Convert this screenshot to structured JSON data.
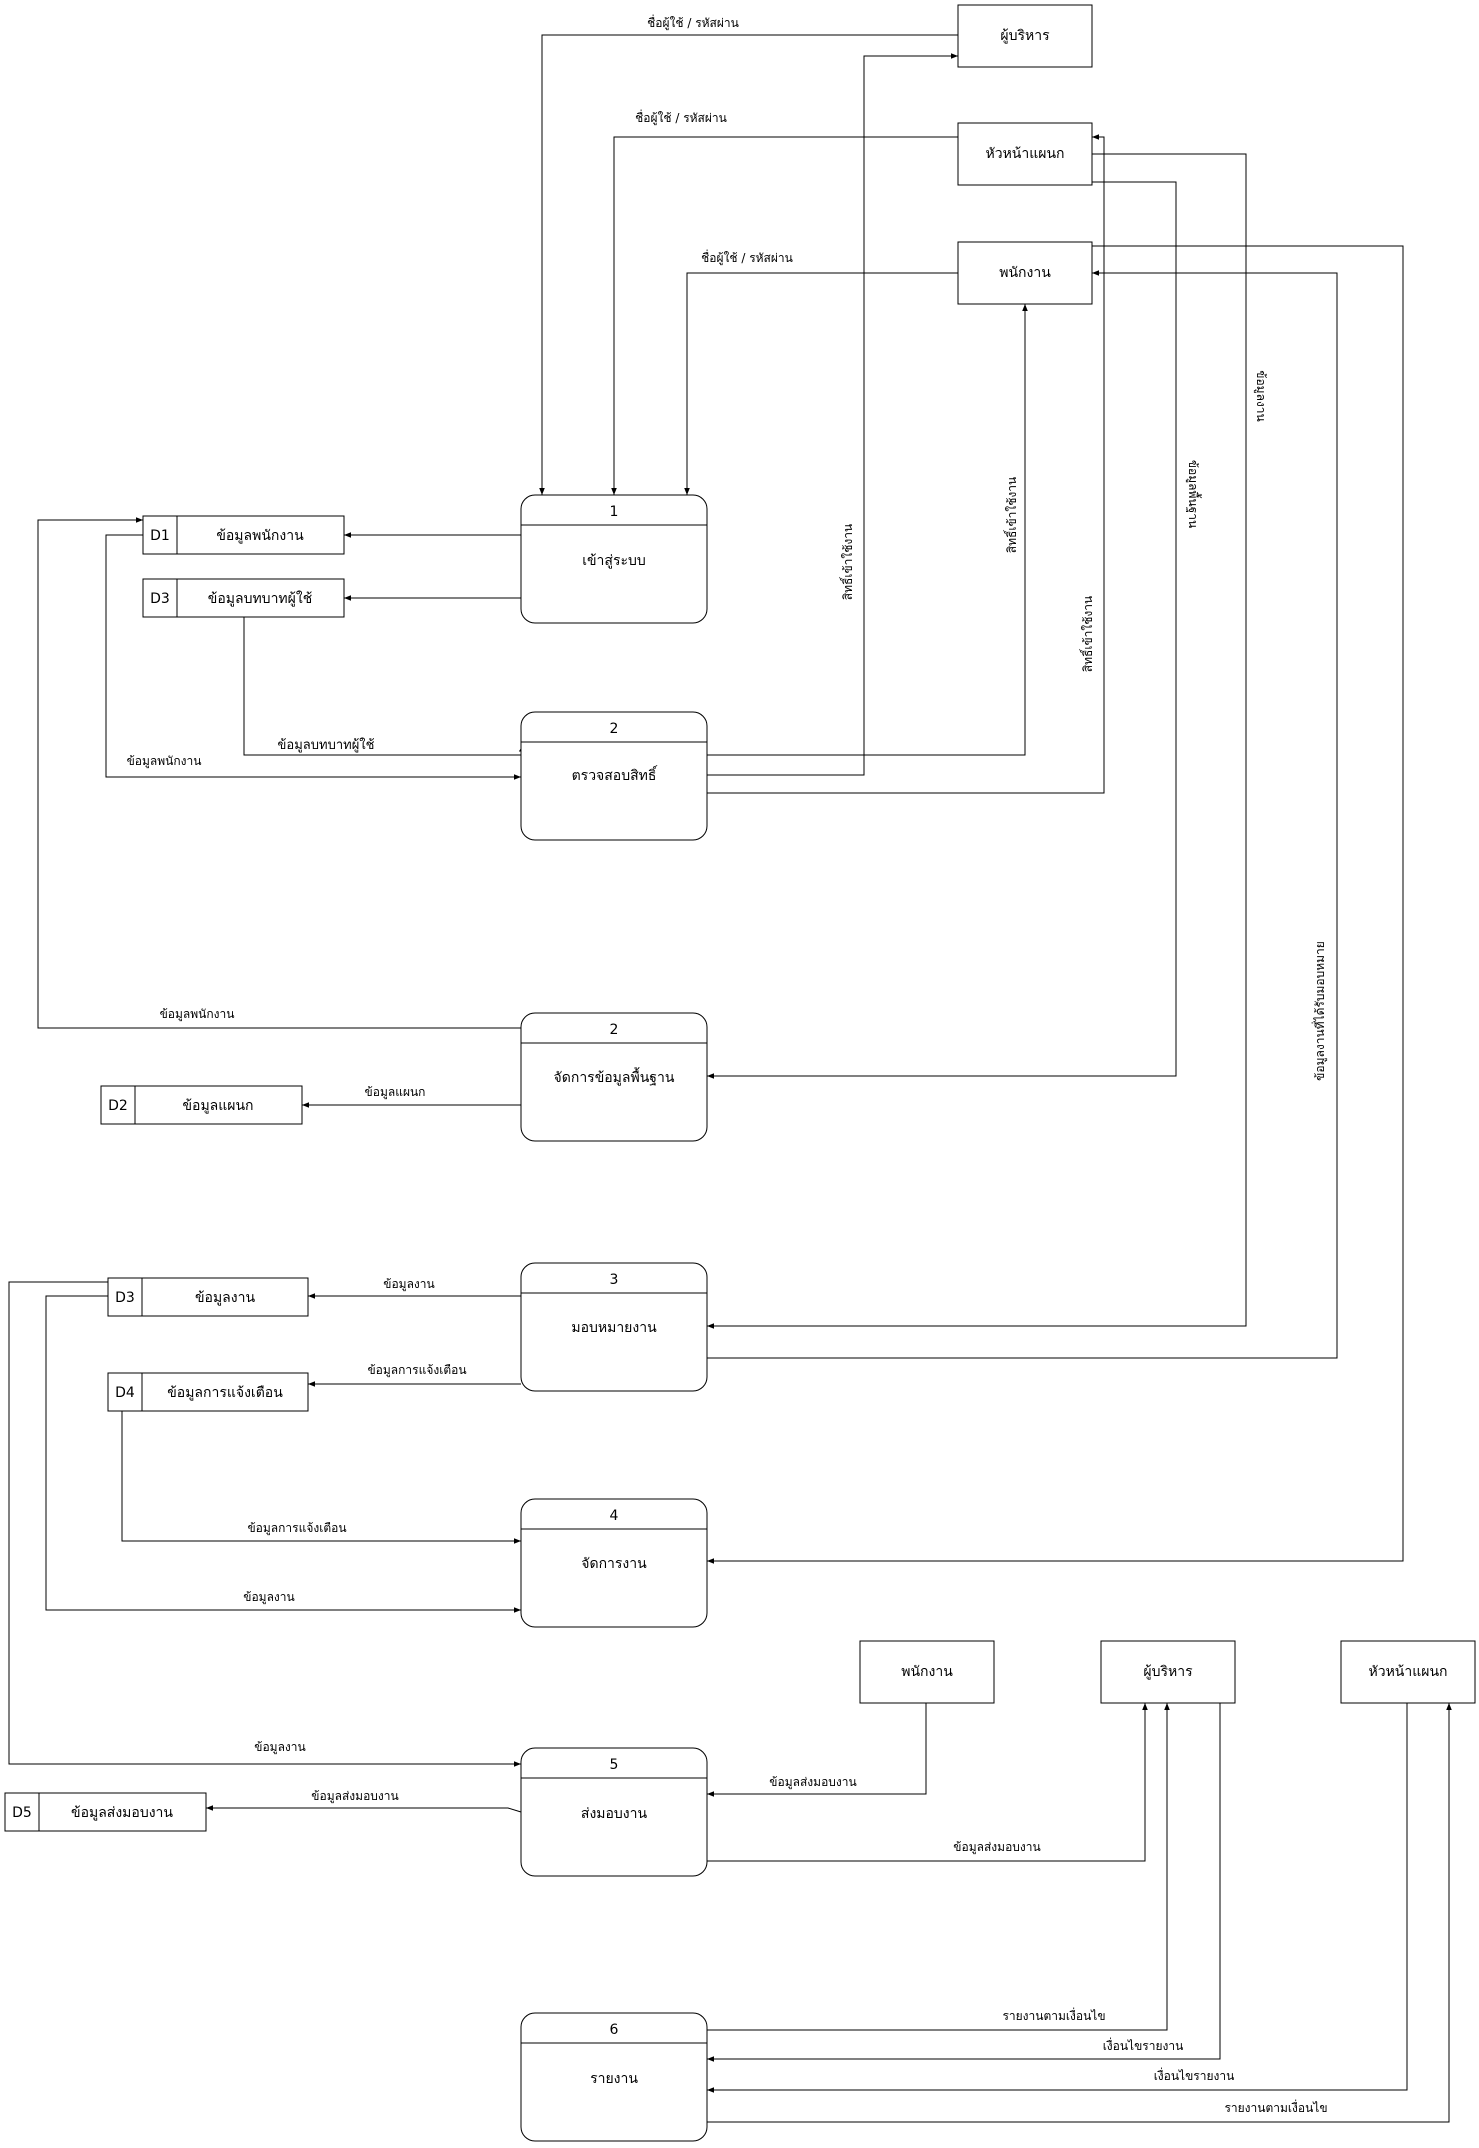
{
  "entities": {
    "top_executive": "ผู้บริหาร",
    "top_dept_head": "หัวหน้าแผนก",
    "top_employee": "พนักงาน",
    "bottom_employee": "พนักงาน",
    "bottom_executive": "ผู้บริหาร",
    "bottom_dept_head": "หัวหน้าแผนก"
  },
  "processes": [
    {
      "num": "1",
      "name": "เข้าสู่ระบบ"
    },
    {
      "num": "2",
      "name": "ตรวจสอบสิทธิ์"
    },
    {
      "num": "2",
      "name": "จัดการข้อมูลพื้นฐาน"
    },
    {
      "num": "3",
      "name": "มอบหมายงาน"
    },
    {
      "num": "4",
      "name": "จัดการงาน"
    },
    {
      "num": "5",
      "name": "ส่งมอบงาน"
    },
    {
      "num": "6",
      "name": "รายงาน"
    }
  ],
  "stores": [
    {
      "id": "D1",
      "name": "ข้อมูลพนักงาน"
    },
    {
      "id": "D3",
      "name": "ข้อมูลบทบาทผู้ใช้"
    },
    {
      "id": "D2",
      "name": "ข้อมูลแผนก"
    },
    {
      "id": "D3",
      "name": "ข้อมูลงาน"
    },
    {
      "id": "D4",
      "name": "ข้อมูลการแจ้งเตือน"
    },
    {
      "id": "D5",
      "name": "ข้อมูลส่งมอบงาน"
    }
  ],
  "flows": {
    "login_exec": "ชื่อผู้ใช้ / รหัสผ่าน",
    "login_head": "ชื่อผู้ใช้ / รหัสผ่าน",
    "login_emp": "ชื่อผู้ใช้ / รหัสผ่าน",
    "role_data": "ข้อมูลบทบาทผู้ใช้",
    "emp_data_to_check": "ข้อมูลพนักงาน",
    "rights_exec": "สิทธิ์เข้าใช้งาน",
    "rights_emp": "สิทธิ์เข้าใช้งาน",
    "rights_head": "สิทธิ์เข้าใช้งาน",
    "basic_data": "ข้อมูลพื้นฐาน",
    "assign_data": "ข้อมูลงาน",
    "emp_data_from_basic": "ข้อมูลพนักงาน",
    "dept_data": "ข้อมูลแผนก",
    "assigned_work_data": "ข้อมูลงานที่ได้รับมอบหมาย",
    "work_data_store": "ข้อมูลงาน",
    "notify_store": "ข้อมูลการแจ้งเตือน",
    "notify_to_manage": "ข้อมูลการแจ้งเตือน",
    "work_to_manage": "ข้อมูลงาน",
    "work_to_deliver": "ข้อมูลงาน",
    "deliver_to_store": "ข้อมูลส่งมอบงาน",
    "deliver_from_emp": "ข้อมูลส่งมอบงาน",
    "deliver_to_exec": "ข้อมูลส่งมอบงาน",
    "report_to_exec": "รายงานตามเงื่อนไข",
    "cond_from_exec": "เงื่อนไขรายงาน",
    "cond_from_head": "เงื่อนไขรายงาน",
    "report_to_head": "รายงานตามเงื่อนไข"
  }
}
